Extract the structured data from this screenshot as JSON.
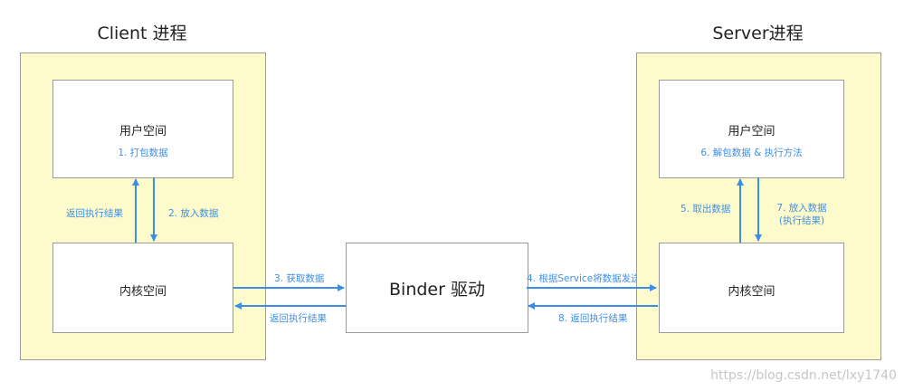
{
  "client": {
    "title": "Client 进程",
    "user_space": {
      "label": "用户空间",
      "note": "1. 打包数据"
    },
    "kernel_space": {
      "label": "内核空间"
    },
    "return_result": "返回执行结果",
    "put_data": "2. 放入数据"
  },
  "server": {
    "title": "Server进程",
    "user_space": {
      "label": "用户空间",
      "note": "6. 解包数据 & 执行方法"
    },
    "kernel_space": {
      "label": "内核空间"
    },
    "take_data": "5. 取出数据",
    "put_data_line1": "7. 放入数据",
    "put_data_line2": "(执行结果)"
  },
  "binder": {
    "label": "Binder 驱动",
    "get_data": "3. 获取数据",
    "return_result_left": "返回执行结果",
    "send_to_service": "4. 根据Service将数据发送",
    "return_result_right": "8. 返回执行结果"
  },
  "watermark": "https://blog.csdn.net/lxy1740",
  "colors": {
    "arrow": "#3d8fe6",
    "process_fill": "#fdfbcc",
    "border": "#9a9a9a"
  }
}
